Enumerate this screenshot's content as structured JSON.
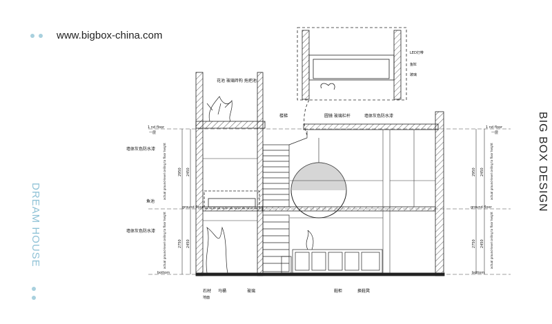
{
  "header": {
    "url": "www.bigbox-china.com"
  },
  "side_labels": {
    "left": "DREAM HOUSE",
    "right": "BIG BOX DESIGN"
  },
  "drawing": {
    "top_labels": {
      "planter": "花池 玻璃砖构 拖把池",
      "stair": "楼梯",
      "mirror": "圆镜 玻璃栏杆",
      "wall_paint": "墙体灰色防水漆"
    },
    "left_labels": {
      "wall_paint_upper": "墙体灰色防水漆",
      "fish_tank": "鱼池",
      "wall_paint_lower": "墙体灰色防水漆"
    },
    "levels": {
      "floor1": "1 nd floor",
      "ground": "ground floor",
      "bottom": "bottom",
      "level_zh": "一层"
    },
    "dims": {
      "upper_total": "2950",
      "upper_inner": "2450",
      "lower_total": "2750",
      "lower_inner": "2450"
    },
    "ceiling_note": "actual ground-level ceiling to floor height",
    "detail_labels": {
      "led": "LED灯带",
      "fish": "鱼缸",
      "glass": "玻璃"
    },
    "bottom_labels": {
      "stone": "石材",
      "toilet": "马桶",
      "glass": "玻璃",
      "shoe": "鞋柜",
      "bench": "换鞋凳"
    },
    "bottom_sub": {
      "gravel": "地面"
    }
  }
}
